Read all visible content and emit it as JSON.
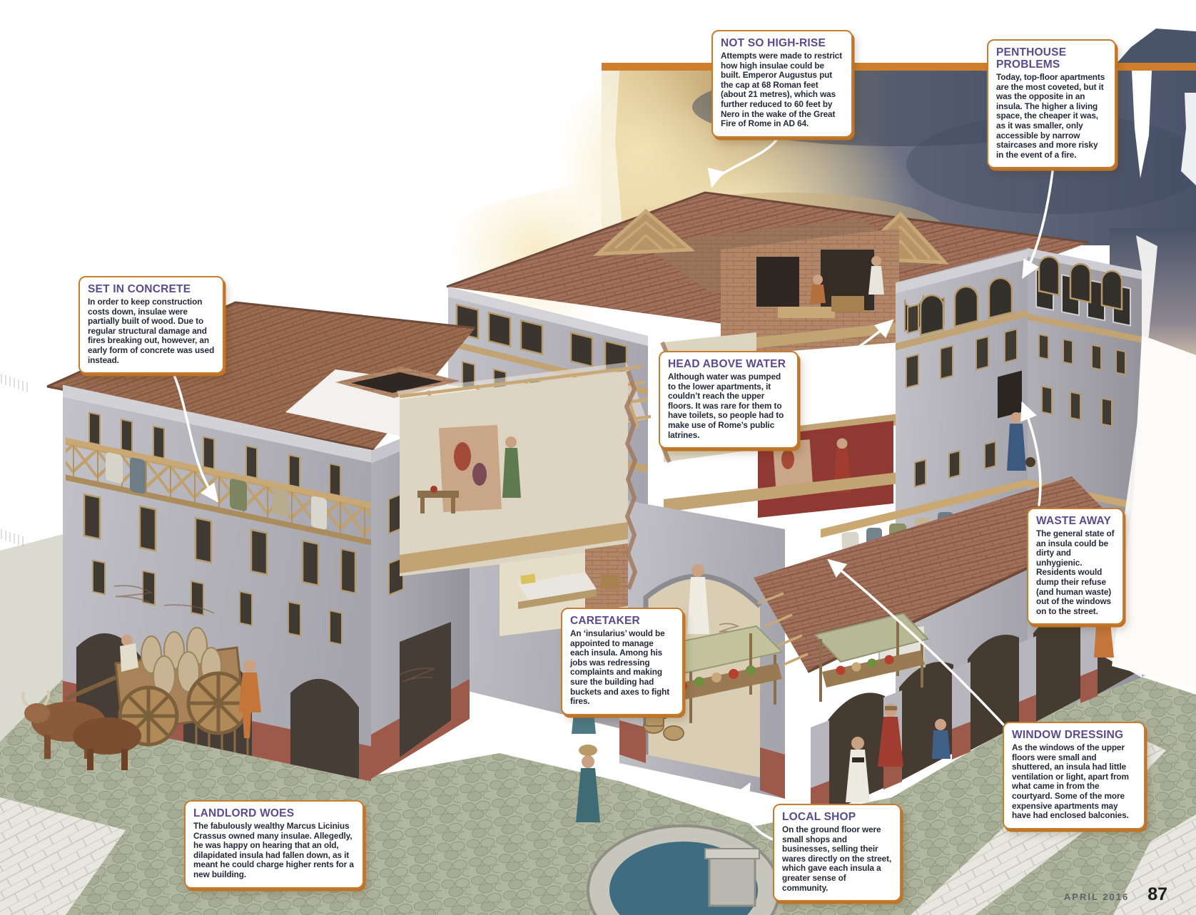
{
  "page": {
    "subject": "Roman insula cutaway illustration",
    "footer": {
      "issue_date": "APRIL 2016",
      "page_number": "87"
    }
  },
  "style": {
    "accent_orange": "#c87d2e",
    "heading_purple": "#5b4b8e",
    "body_text": "#262a3b",
    "divider_bar": "#cf7e2c",
    "leader_line": "#ffffff",
    "roof_terracotta": "#9b6b50",
    "wall_grey": "#b4b3b9",
    "street_cobble": "#b3b9a1"
  },
  "callouts": [
    {
      "id": "not-so-high-rise",
      "title": "NOT SO HIGH-RISE",
      "body": "Attempts were made to restrict how high insulae could be built. Emperor Augustus put the cap at 68 Roman feet (about 21 metres), which was further reduced to 60 feet by Nero in the wake of the Great Fire of Rome in AD 64."
    },
    {
      "id": "penthouse-problems",
      "title": "PENTHOUSE PROBLEMS",
      "body": "Today, top-floor apartments are the most coveted, but it was the opposite in an insula. The higher a living space, the cheaper it was, as it was smaller, only accessible by narrow staircases and more risky in the event of a fire."
    },
    {
      "id": "set-in-concrete",
      "title": "SET IN CONCRETE",
      "body": "In order to keep construction costs down, insulae were partially built of wood. Due to regular structural damage and fires breaking out, however, an early form of concrete was used instead."
    },
    {
      "id": "head-above-water",
      "title": "HEAD ABOVE WATER",
      "body": "Although water was pumped to the lower apartments, it couldn’t reach the upper floors. It was rare for them to have toilets, so people had to make use of Rome’s public latrines."
    },
    {
      "id": "waste-away",
      "title": "WASTE AWAY",
      "body": "The general state of an insula could be dirty and unhygienic. Residents would dump their refuse (and human waste) out of the windows on to the street."
    },
    {
      "id": "caretaker",
      "title": "CARETAKER",
      "body": "An ‘insularius’ would be appointed to manage each insula. Among his jobs was redressing complaints and making sure the building had buckets and axes to fight fires."
    },
    {
      "id": "window-dressing",
      "title": "WINDOW DRESSING",
      "body": "As the windows of the upper floors were small and shuttered, an insula had little ventilation or light, apart from what came in from the courtyard. Some of the more expensive apartments may have had enclosed balconies."
    },
    {
      "id": "landlord-woes",
      "title": "LANDLORD WOES",
      "body": "The fabulously wealthy Marcus Licinius Crassus owned many insulae. Allegedly, he was happy on hearing that an old, dilapidated insula had fallen down, as it meant he could charge higher rents for a new building."
    },
    {
      "id": "local-shop",
      "title": "LOCAL SHOP",
      "body": "On the ground floor were small shops and businesses, selling their wares directly on the street, which gave each insula a greater sense of community."
    }
  ]
}
